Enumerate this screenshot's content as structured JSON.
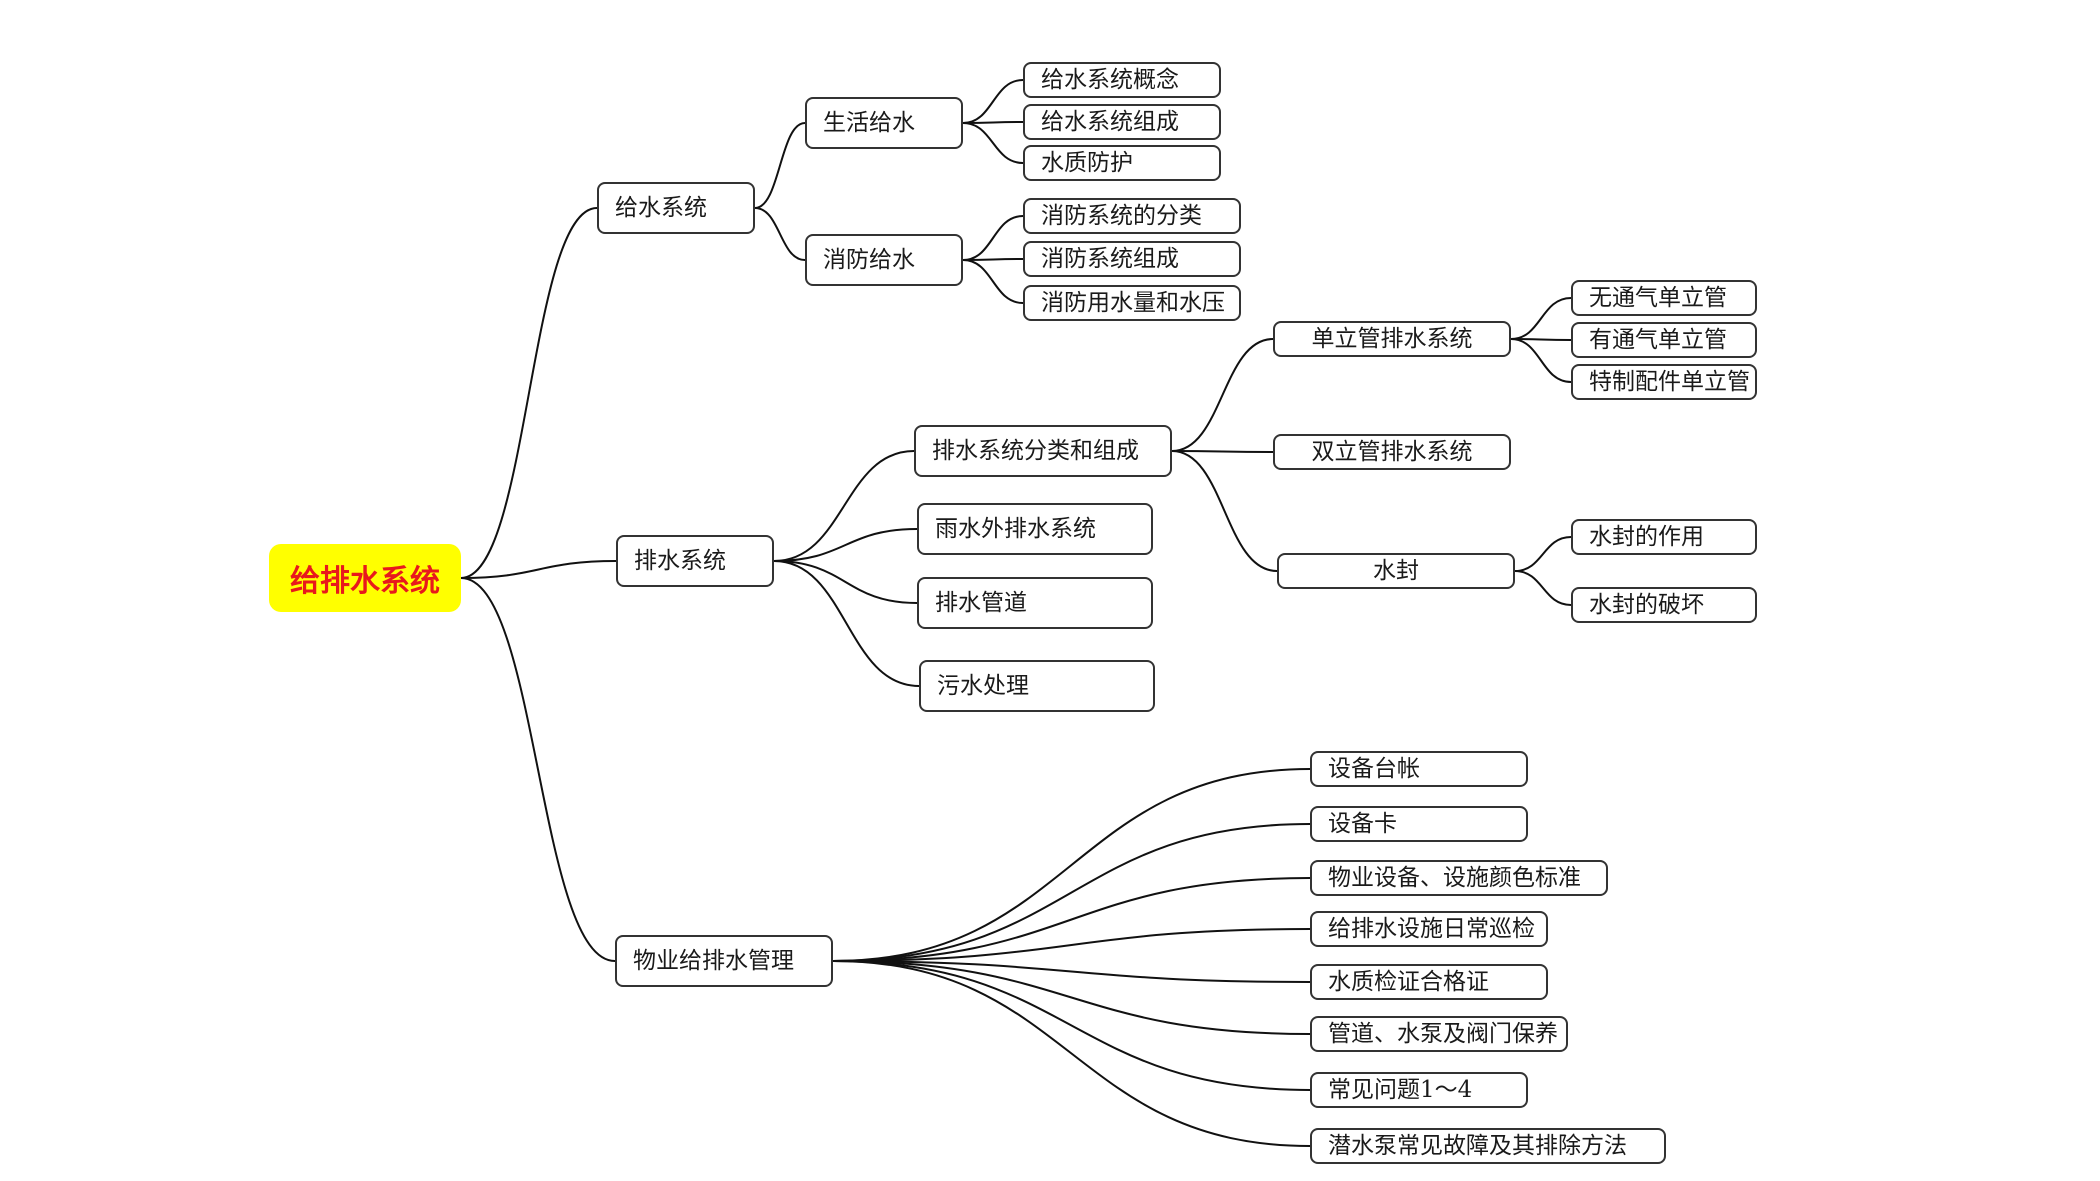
{
  "colors": {
    "root_fill": "#ffff00",
    "root_text": "#e8191c",
    "line": "#111111",
    "border": "#333333"
  },
  "root": {
    "label": "给排水系统"
  },
  "water_supply": {
    "label": "给水系统",
    "domestic": {
      "label": "生活给水",
      "items": [
        "给水系统概念",
        "给水系统组成",
        "水质防护"
      ]
    },
    "fire": {
      "label": "消防给水",
      "items": [
        "消防系统的分类",
        "消防系统组成",
        "消防用水量和水压"
      ]
    }
  },
  "drainage": {
    "label": "排水系统",
    "classification": {
      "label": "排水系统分类和组成",
      "single_stack": {
        "label": "单立管排水系统",
        "items": [
          "无通气单立管",
          "有通气单立管",
          "特制配件单立管"
        ]
      },
      "double_stack": {
        "label": "双立管排水系统"
      },
      "water_seal": {
        "label": "水封",
        "items": [
          "水封的作用",
          "水封的破坏"
        ]
      }
    },
    "rainwater": {
      "label": "雨水外排水系统"
    },
    "pipes": {
      "label": "排水管道"
    },
    "sewage": {
      "label": "污水处理"
    }
  },
  "property": {
    "label": "物业给排水管理",
    "items": [
      "设备台帐",
      "设备卡",
      "物业设备、设施颜色标准",
      "给排水设施日常巡检",
      "水质检证合格证",
      "管道、水泵及阀门保养",
      "常见问题1～4",
      "潜水泵常见故障及其排除方法"
    ]
  }
}
